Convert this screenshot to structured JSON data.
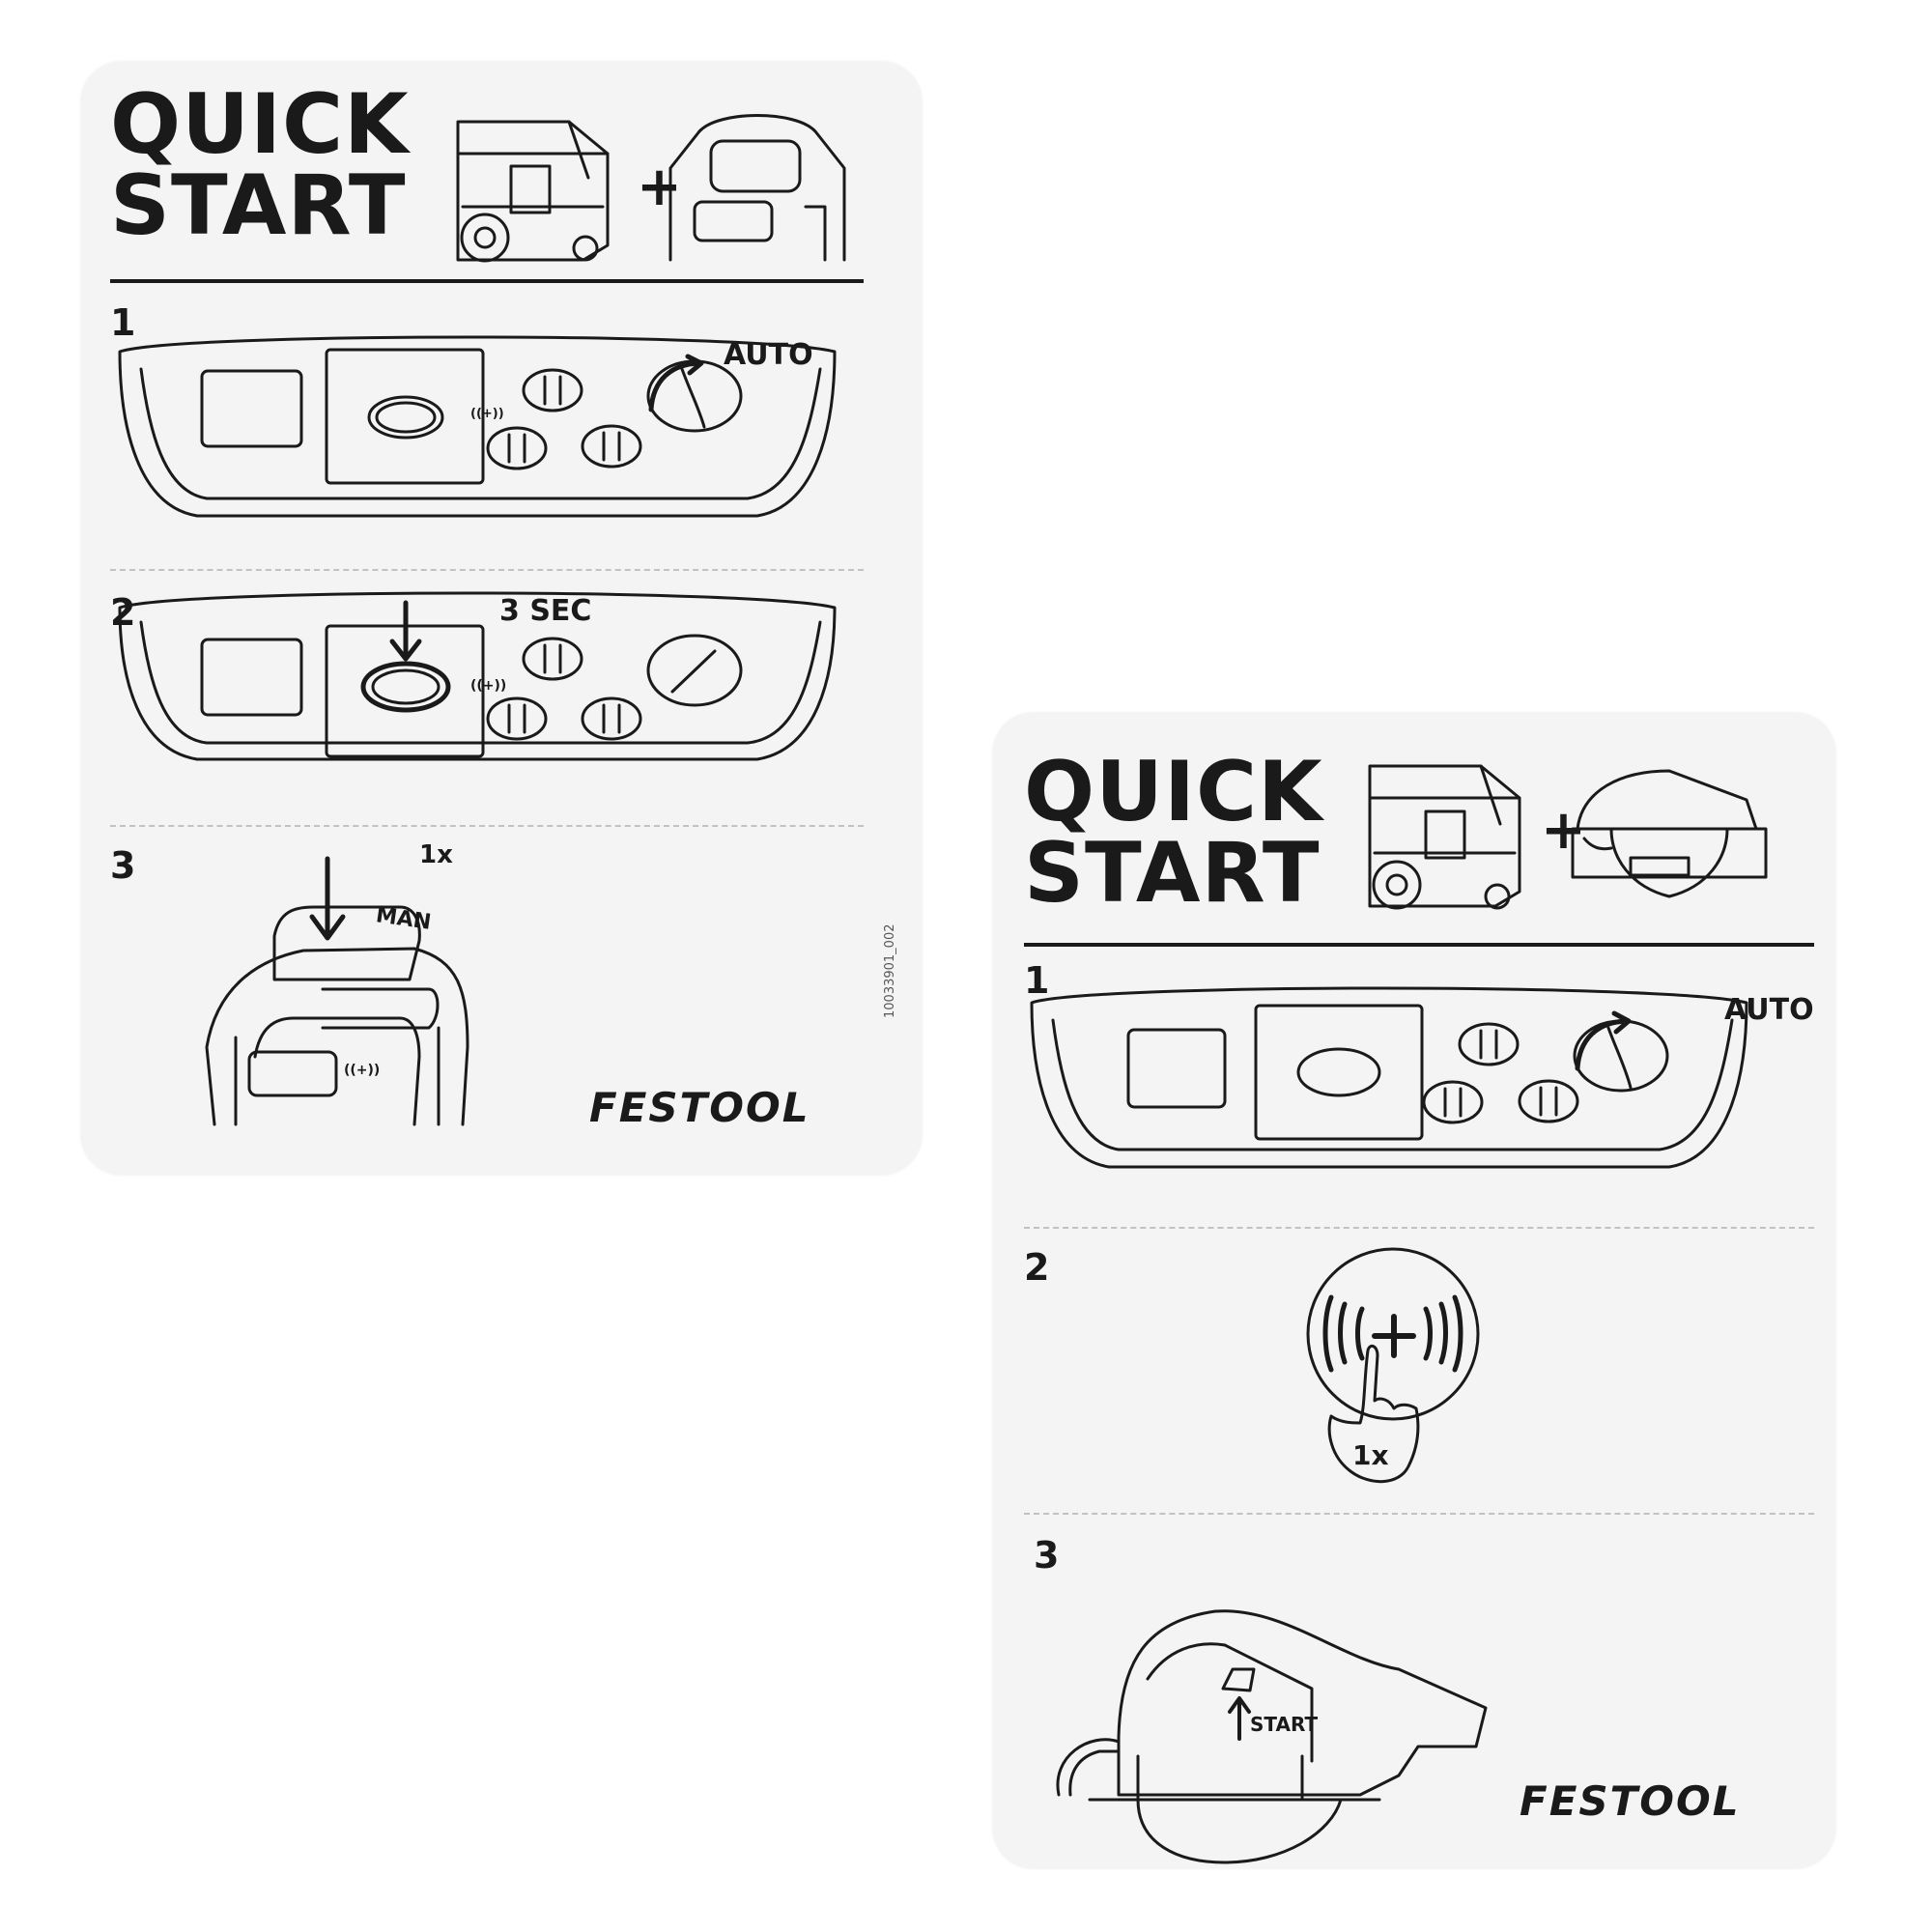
{
  "cards": [
    {
      "title_line1": "QUICK",
      "title_line2": "START",
      "plus": "+",
      "steps": [
        {
          "number": "1",
          "label": "AUTO"
        },
        {
          "number": "2",
          "label": "3 SEC"
        },
        {
          "number": "3",
          "label": "1x",
          "button_text": "MAN"
        }
      ],
      "bluetooth_symbol": "((+))",
      "doc_number": "10033901_002",
      "brand": "FESTOOL"
    },
    {
      "title_line1": "QUICK",
      "title_line2": "START",
      "plus": "+",
      "steps": [
        {
          "number": "1",
          "label": "AUTO"
        },
        {
          "number": "2",
          "label": "1x"
        },
        {
          "number": "3",
          "label": "START"
        }
      ],
      "bluetooth_symbol": "((+))",
      "brand": "FESTOOL"
    }
  ],
  "colors": {
    "ink": "#1a1a1a",
    "card": "#f4f4f4",
    "background": "#ffffff",
    "dash": "#c2c2c2"
  },
  "icons": [
    "dust-extractor-icon",
    "remote-control-icon",
    "plunge-saw-icon",
    "control-panel-icon",
    "bluetooth-button-icon",
    "hand-press-icon"
  ]
}
